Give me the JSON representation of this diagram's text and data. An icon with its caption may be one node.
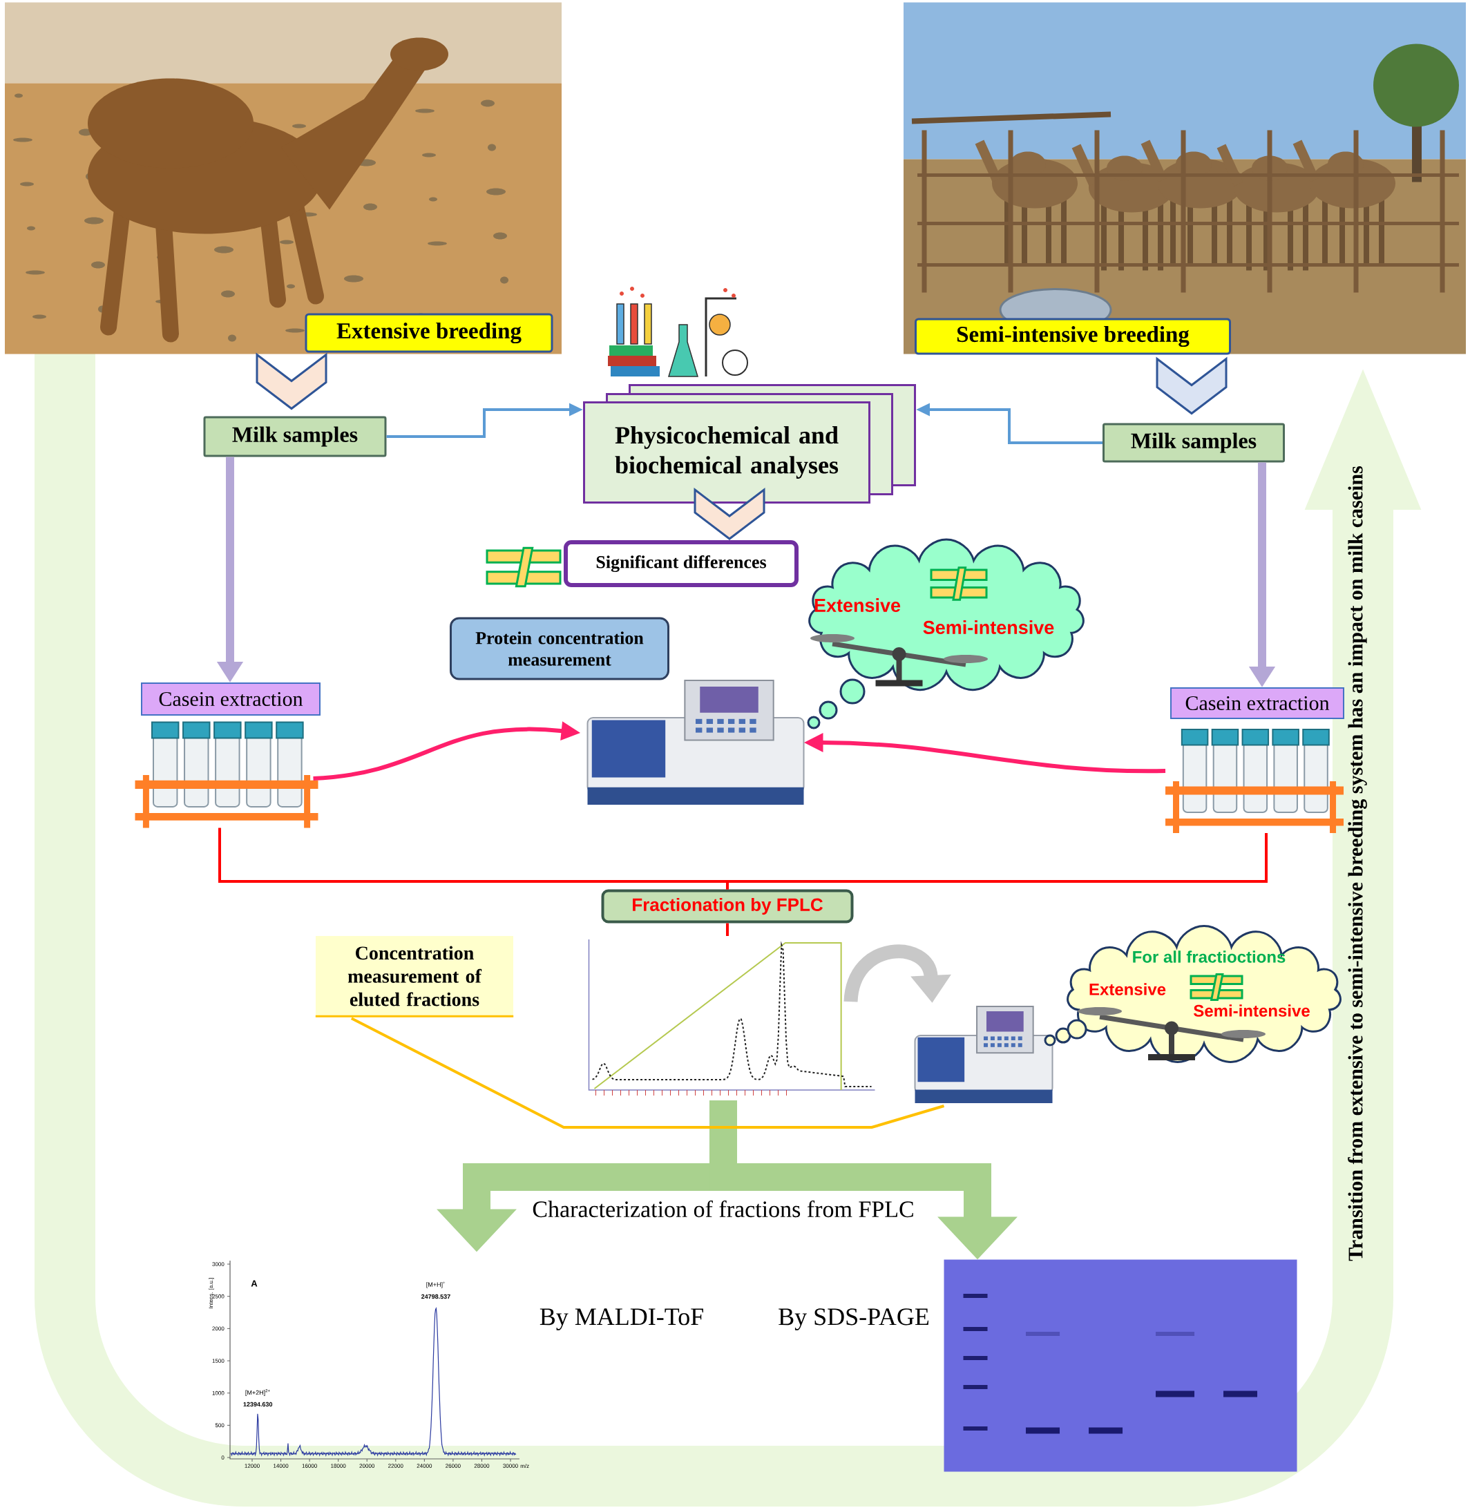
{
  "diagram": {
    "nodes": [
      {
        "text": [],
        "shape": "picture"
      },
      {
        "text": [
          "Extensive breeding"
        ],
        "in": 0
      },
      {
        "text": [],
        "shape": "picture"
      },
      {
        "text": [
          "Semi-intensive breeding"
        ],
        "in": 2
      },
      {
        "text": [
          "Milk samples"
        ]
      },
      {
        "text": [
          "Physicochemical and biochemical analyses"
        ]
      },
      {
        "text": [
          "Milk samples"
        ]
      },
      {
        "text": [
          "Significant differences"
        ]
      },
      {
        "text": [
          "Protein concentration measurement"
        ]
      },
      {
        "text": [
          "Casein extraction"
        ]
      },
      {
        "text": [
          "Casein extraction"
        ]
      },
      {
        "text": [],
        "shape": "picture"
      },
      {
        "text": [],
        "shape": "picture"
      },
      {
        "text": [],
        "shape": "picture"
      },
      {
        "text": [
          "Extensive",
          "Semi-intensive"
        ]
      },
      {
        "text": [
          "Fractionation by FPLC"
        ]
      },
      {
        "text": [],
        "shape": "picture"
      },
      {
        "text": [
          "Concentration measurement of eluted fractions"
        ]
      },
      {
        "text": [],
        "shape": "picture"
      },
      {
        "text": [
          "For all fractioctions",
          "Extensive",
          "Semi-intensive"
        ]
      },
      {
        "text": [],
        "shape": "picture",
        "beside": [
          "By MALDI-ToF"
        ]
      },
      {
        "text": [],
        "shape": "picture",
        "beside": [
          "By SDS-PAGE"
        ]
      }
    ],
    "edges": [
      {
        "from": 0,
        "to": 4,
        "arrow": "to",
        "color": "#fbe5d6"
      },
      {
        "from": 2,
        "to": 6,
        "arrow": "to",
        "color": "#dae3f3"
      },
      {
        "from": 4,
        "to": 5,
        "arrow": "to",
        "color": "#5b9bd5"
      },
      {
        "from": 6,
        "to": 5,
        "arrow": "to",
        "color": "#5b9bd5"
      },
      {
        "from": 5,
        "to": 7,
        "arrow": "to",
        "color": "#fbe5d6"
      },
      {
        "from": 4,
        "to": 9,
        "arrow": "to",
        "style": "thick",
        "color": "#b4a7d6"
      },
      {
        "from": 6,
        "to": 10,
        "arrow": "to",
        "style": "thick",
        "color": "#b4a7d6"
      },
      {
        "from": 11,
        "to": 13,
        "arrow": "to",
        "color": "#ff1f6b"
      },
      {
        "from": 12,
        "to": 13,
        "arrow": "to",
        "color": "#ff1f6b"
      },
      {
        "from": 11,
        "to": 15,
        "arrow": "none",
        "color": "#ff0000"
      },
      {
        "from": 12,
        "to": 15,
        "arrow": "none",
        "color": "#ff0000"
      },
      {
        "from": 15,
        "to": 16,
        "arrow": "none",
        "color": "#ff0000"
      },
      {
        "from": 16,
        "to": 18,
        "arrow": "to",
        "style": "thick",
        "color": "#c8c8c8"
      },
      {
        "from": 16,
        "to": 20,
        "arrow": "to",
        "style": "thick",
        "color": "#a9d18e",
        "label": "Characterization of fractions from FPLC"
      },
      {
        "from": 16,
        "to": 21,
        "arrow": "to",
        "style": "thick",
        "color": "#a9d18e"
      },
      {
        "from": 17,
        "to": 18,
        "arrow": "none",
        "color": "#ffc000"
      }
    ],
    "labels": [
      "Transition from extensive to semi-intensive breeding system has an impact on milk caseins",
      "Intens. [a.u.]",
      "A",
      "[M+H]$^{+}$",
      "24798.537",
      "3000",
      "2500",
      "2000",
      "1500",
      "1000",
      "[M+2H]$^{2+}$",
      "12394.630",
      "500",
      "0",
      "12000",
      "14000",
      "16000",
      "18000",
      "20000",
      "22000",
      "24000",
      "26000",
      "28000",
      "30000",
      "m/z"
    ]
  }
}
